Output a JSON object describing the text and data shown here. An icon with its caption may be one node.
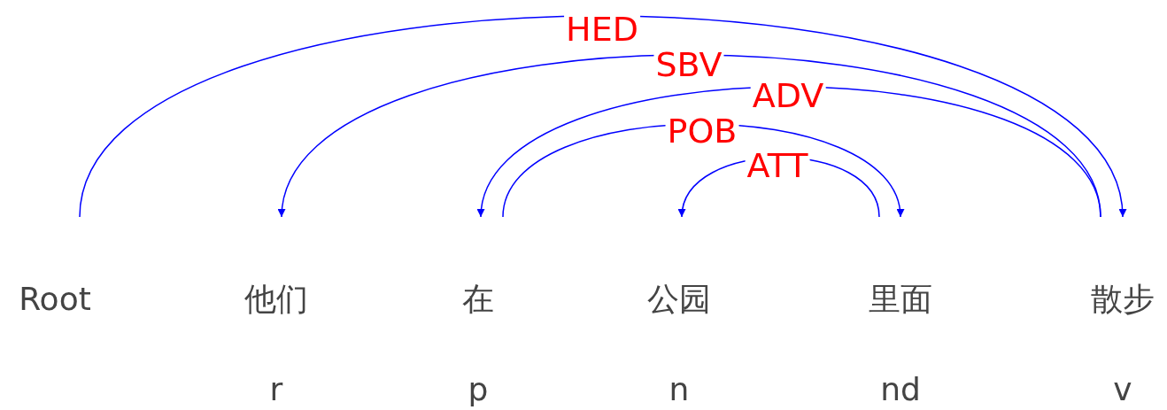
{
  "diagram": {
    "nodes": [
      {
        "text": [
          "Root"
        ]
      },
      {
        "text": [
          "他们"
        ],
        "beside": [
          "r"
        ]
      },
      {
        "text": [
          "在"
        ],
        "beside": [
          "p"
        ]
      },
      {
        "text": [
          "公园"
        ],
        "beside": [
          "n"
        ]
      },
      {
        "text": [
          "里面"
        ],
        "beside": [
          "nd"
        ]
      },
      {
        "text": [
          "散步"
        ],
        "beside": [
          "v"
        ]
      }
    ],
    "edges": [
      {
        "from": 0,
        "to": 5,
        "arrow": "to",
        "label": "HED"
      },
      {
        "from": 5,
        "to": 1,
        "arrow": "to",
        "label": "SBV"
      },
      {
        "from": 5,
        "to": 2,
        "arrow": "to",
        "label": "ADV"
      },
      {
        "from": 2,
        "to": 4,
        "arrow": "to",
        "label": "POB"
      },
      {
        "from": 4,
        "to": 3,
        "arrow": "to",
        "label": "ATT"
      }
    ]
  }
}
